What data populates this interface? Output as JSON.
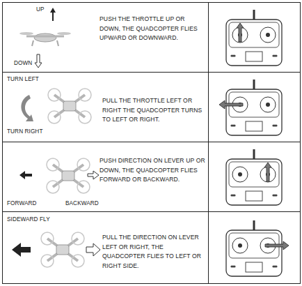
{
  "diagram": {
    "labels": [
      "UP",
      "PUSH THE THROTTLE UP OR DOWN, THE QUADCOPTER FLIES UPWARD OR DOWNWARD.",
      "DOWN",
      "TURN LEFT",
      "PULL THE THROTTLE LEFT OR RIGHT THE QUADCOPTER TURNS TO LEFT OR RIGHT.",
      "TURN RIGHT",
      "PUSH DIRECTION ON LEVER UP OR DOWN, THE QUADCOPTER FLIES FORWARD OR BACKWARD.",
      "FORWARD",
      "BACKWARD",
      "SIDEWARD FLY",
      "PULL THE DIRECTION ON LEVER LEFT OR RIGHT, THE QUADCOPTER FLIES TO LEFT OR RIGHT SIDE."
    ]
  }
}
